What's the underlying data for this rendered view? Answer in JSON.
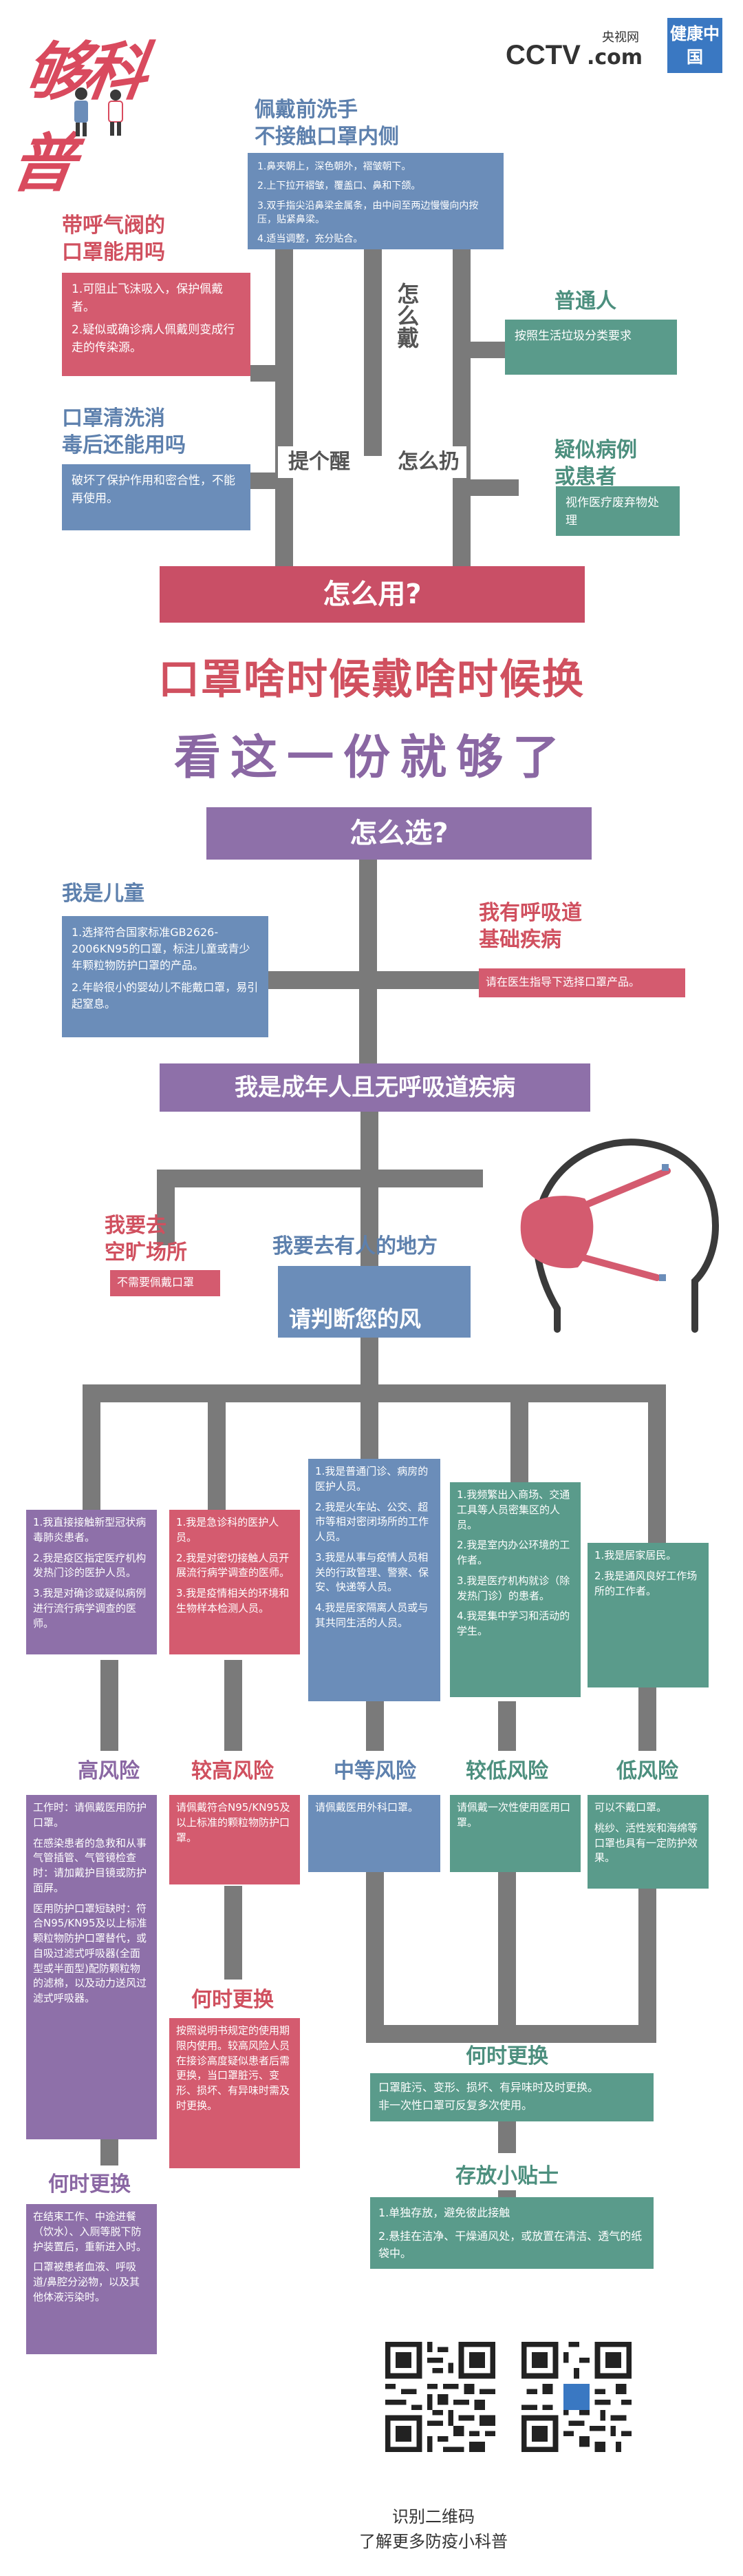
{
  "header": {
    "logo_text": "够科普",
    "cctv_text": "CCTV",
    "cctv_com": ".com",
    "cctv_cn": "央视网",
    "health_text": "健康中国"
  },
  "how_to_wear": {
    "title": "佩戴前洗手\n不接触口罩内侧",
    "items": [
      "1.鼻夹朝上，深色朝外，褶皱朝下。",
      "2.上下拉开褶皱，覆盖口、鼻和下颌。",
      "3.双手指尖沿鼻梁金属条，由中间至两边慢慢向内按压，贴紧鼻梁。",
      "4.适当调整，充分贴合。"
    ],
    "label": "怎么戴"
  },
  "valve": {
    "title": "带呼气阀的\n口罩能用吗",
    "items": [
      "1.可阻止飞沫吸入，保护佩戴者。",
      "2.疑似或确诊病人佩戴则变成行走的传染源。"
    ]
  },
  "wash": {
    "title": "口罩清洗消\n毒后还能用吗",
    "text": "破坏了保护作用和密合性，不能再使用。"
  },
  "ordinary": {
    "title": "普通人",
    "text": "按照生活垃圾分类要求"
  },
  "suspected": {
    "title": "疑似病例\n或患者",
    "text": "视作医疗废弃物处理"
  },
  "tip_label": "提个醒",
  "throw_label": "怎么扔",
  "how_use": "怎么用?",
  "headline1": "口罩啥时候戴啥时候换",
  "headline2": "看这一份就够了",
  "how_choose": "怎么选?",
  "child": {
    "title": "我是儿童",
    "items": [
      "1.选择符合国家标准GB2626-2006KN95的口罩，标注儿童或青少年颗粒物防护口罩的产品。",
      "2.年龄很小的婴幼儿不能戴口罩，易引起窒息。"
    ]
  },
  "resp": {
    "title": "我有呼吸道\n基础疾病",
    "text": "请在医生指导下选择口罩产品。"
  },
  "adult": "我是成年人且无呼吸道疾病",
  "open_place": {
    "title": "我要去\n空旷场所",
    "text": "不需要佩戴口罩"
  },
  "crowded": {
    "title": "我要去有人的地方",
    "box": "请判断您的风\n险级别"
  },
  "levels": [
    {
      "name": "高风险",
      "items": [
        "1.我直接接触新型冠状病毒肺炎患者。",
        "2.我是疫区指定医疗机构发热门诊的医护人员。",
        "3.我是对确诊或疑似病例进行流行病学调查的医师。"
      ],
      "advice": [
        "工作时：请佩戴医用防护口罩。",
        "在感染患者的急救和从事气管插管、气管镜检查时：请加戴护目镜或防护面屏。",
        "医用防护口罩短缺时：符合N95/KN95及以上标准颗粒物防护口罩替代，或自吸过滤式呼吸器(全面型或半面型)配防颗粒物的滤棉，以及动力送风过滤式呼吸器。"
      ],
      "when_title": "何时更换",
      "when": [
        "在结束工作、中途进餐（饮水）、入厕等脱下防护装置后，重新进入时。",
        "口罩被患者血液、呼吸道/鼻腔分泌物，以及其他体液污染时。"
      ]
    },
    {
      "name": "较高风险",
      "items": [
        "1.我是急诊科的医护人员。",
        "2.我是对密切接触人员开展流行病学调查的医师。",
        "3.我是疫情相关的环境和生物样本检测人员。"
      ],
      "advice": [
        "请佩戴符合N95/KN95及以上标准的颗粒物防护口罩。"
      ],
      "when_title": "何时更换",
      "when": [
        "按照说明书规定的使用期限内使用。较高风险人员在接诊高度疑似患者后需更换，当口罩脏污、变形、损坏、有异味时需及时更换。"
      ]
    },
    {
      "name": "中等风险",
      "items": [
        "1.我是普通门诊、病房的医护人员。",
        "2.我是火车站、公交、超市等相对密闭场所的工作人员。",
        "3.我是从事与疫情人员相关的行政管理、警察、保安、快递等人员。",
        "4.我是居家隔离人员或与其共同生活的人员。"
      ],
      "advice": [
        "请佩戴医用外科口罩。"
      ]
    },
    {
      "name": "较低风险",
      "items": [
        "1.我频繁出入商场、交通工具等人员密集区的人员。",
        "2.我是室内办公环境的工作者。",
        "3.我是医疗机构就诊（除发热门诊）的患者。",
        "4.我是集中学习和活动的学生。"
      ],
      "advice": [
        "请佩戴一次性使用医用口罩。"
      ]
    },
    {
      "name": "低风险",
      "items": [
        "1.我是居家居民。",
        "2.我是通风良好工作场所的工作者。"
      ],
      "advice": [
        "可以不戴口罩。",
        "桃纱、活性炭和海绵等口罩也具有一定防护效果。"
      ]
    }
  ],
  "replace_shared": {
    "title": "何时更换",
    "items": [
      "口罩脏污、变形、损坏、有异味时及时更换。",
      "非一次性口罩可反复多次使用。"
    ]
  },
  "storage": {
    "title": "存放小贴士",
    "items": [
      "1.单独存放，避免彼此接触",
      "2.悬挂在洁净、干燥通风处，或放置在清洁、透气的纸袋中。"
    ]
  },
  "footer": {
    "line1": "识别二维码",
    "line2": "了解更多防疫小科普"
  },
  "colors": {
    "red": "#d45b6f",
    "blue": "#6b8db9",
    "green": "#5a9b8b",
    "purple": "#8e70a9",
    "gray": "#7a7a7a"
  }
}
